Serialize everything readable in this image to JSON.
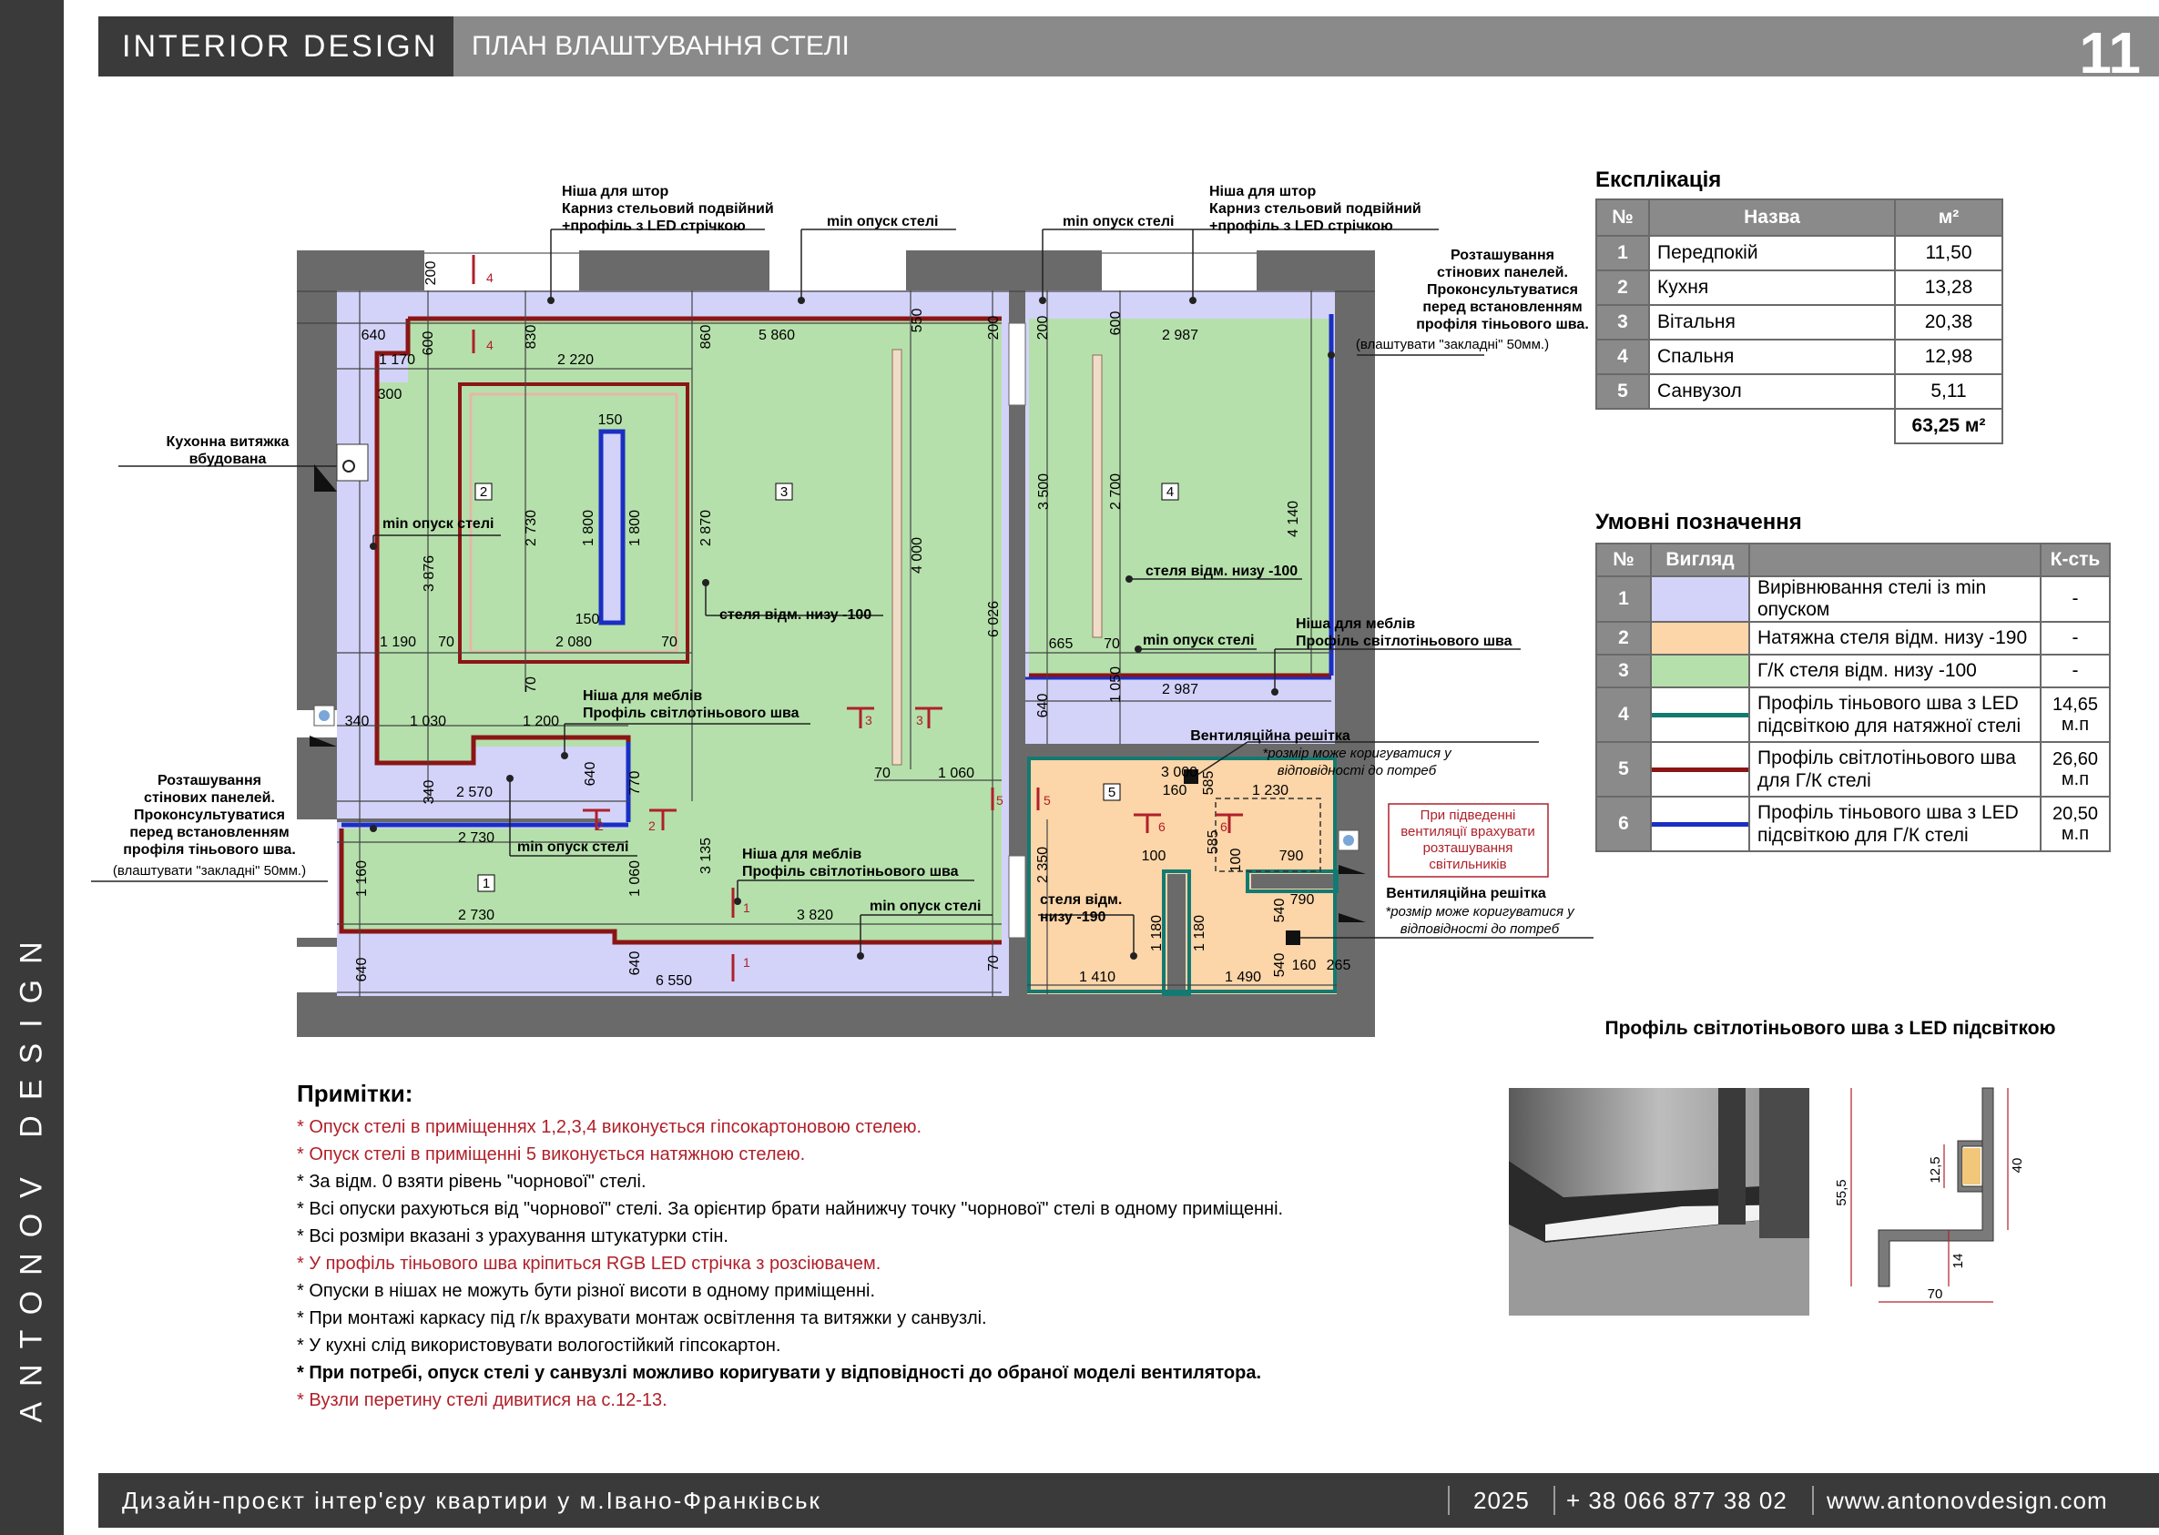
{
  "header": {
    "brand": "INTERIOR  DESIGN",
    "title": "ПЛАН ВЛАШТУВАННЯ СТЕЛІ",
    "page_number": "11"
  },
  "sidebar": {
    "brand": "ANTONOV DESIGN"
  },
  "footer": {
    "project": "Дизайн-проєкт інтер'єру квартири у м.Івано-Франківськ",
    "year": "2025",
    "phone": "+ 38 066 877 38 02",
    "website": "www.antonovdesign.com"
  },
  "colors": {
    "align_ceiling": "#d3d3fa",
    "stretch_ceiling": "#fcd5a8",
    "gk_ceiling": "#b5e0ab",
    "shadow_led_stretch": "#137a72",
    "light_shadow_profile": "#8b1515",
    "shadow_led_gk": "#1a2fc2",
    "wall": "#6a6a6a",
    "accent_red": "#b0202a"
  },
  "explication": {
    "title": "Експлікація",
    "headers": {
      "num": "№",
      "name": "Назва",
      "area": "м²"
    },
    "rows": [
      {
        "num": "1",
        "name": "Передпокій",
        "area": "11,50"
      },
      {
        "num": "2",
        "name": "Кухня",
        "area": "13,28"
      },
      {
        "num": "3",
        "name": "Вітальня",
        "area": "20,38"
      },
      {
        "num": "4",
        "name": "Спальня",
        "area": "12,98"
      },
      {
        "num": "5",
        "name": "Санвузол",
        "area": "5,11"
      }
    ],
    "total": "63,25 м²"
  },
  "legend": {
    "title": "Умовні позначення",
    "headers": {
      "num": "№",
      "view": "Вигляд",
      "count": "К-сть"
    },
    "rows": [
      {
        "num": "1",
        "desc": "Вирівнювання стелі із min опуском",
        "count": "-"
      },
      {
        "num": "2",
        "desc": "Натяжна стеля відм. низу -190",
        "count": "-"
      },
      {
        "num": "3",
        "desc": "Г/К стеля відм. низу -100",
        "count": "-"
      },
      {
        "num": "4",
        "desc": "Профіль тіньового шва з LED підсвіткою для натяжної стелі",
        "count": "14,65 м.п"
      },
      {
        "num": "5",
        "desc": "Профіль світлотіньового шва для Г/К стелі",
        "count": "26,60 м.п"
      },
      {
        "num": "6",
        "desc": "Профіль тіньового шва з LED підсвіткою для Г/К стелі",
        "count": "20,50 м.п"
      }
    ]
  },
  "notes": {
    "title": "Примітки:",
    "items": [
      "* Опуск стелі в приміщеннях 1,2,3,4 виконується гіпсокартоновою стелею.",
      "* Опуск стелі в приміщенні 5 виконується натяжною стелею.",
      "* За відм. 0 взяти рівень \"чорнової\" стелі.",
      "* Всі опуски рахуються від \"чорнової\" стелі. За орієнтир брати найнижчу точку \"чорнової\" стелі в одному приміщенні.",
      "* Всі розміри вказані з урахування штукатурки стін.",
      "* У профіль тіньового шва кріпиться RGB LED стрічка з розсіювачем.",
      "* Опуски в нішах не можуть бути різної висоти в одному приміщенні.",
      "* При монтажі каркасу під г/к врахувати монтаж освітлення та витяжки у санвузлі.",
      "* У кухні слід використовувати вологостійкий гіпсокартон.",
      "* При потребі, опуск стелі у санвузлі можливо коригувати у відповідності до обраної моделі вентилятора.",
      "* Вузли перетину стелі дивитися на с.12-13."
    ]
  },
  "profile": {
    "title": "Профіль світлотіньового шва з LED підсвіткою",
    "dims": {
      "h_total": "55,5",
      "h_inner": "40",
      "led": "12,5",
      "bottom": "14",
      "width": "70"
    }
  },
  "plan": {
    "rooms": {
      "1": "1",
      "2": "2",
      "3": "3",
      "4": "4",
      "5": "5"
    },
    "callouts": {
      "niche_curtain_left": [
        "Ніша для штор",
        "Карниз стельовий подвійний",
        "+профіль з LED стрічкою"
      ],
      "niche_curtain_right": [
        "Ніша для штор",
        "Карниз стельовий подвійний",
        "+профіль з LED стрічкою"
      ],
      "min_drop_top": "min опуск стелі",
      "min_drop_top_right": "min опуск стелі",
      "wall_panels_top": [
        "Розташування",
        "стінових панелей.",
        "Проконсультуватися",
        "перед встановленням",
        "профіля тіньового шва."
      ],
      "wall_panels_top_note": "(влаштувати \"закладні\" 50мм.)",
      "kitchen_hood": [
        "Кухонна витяжка",
        "вбудована"
      ],
      "min_drop_kitchen": "min опуск стелі",
      "ceiling_level_3": "стеля відм. низу -100",
      "ceiling_level_4": "стеля відм. низу -100",
      "min_drop_bedroom": "min опуск стелі",
      "niche_furniture_bedroom": [
        "Ніша для меблів",
        "Профіль світлотіньового шва"
      ],
      "niche_furniture_kitchen": [
        "Ніша для меблів",
        "Профіль світлотіньового шва"
      ],
      "wall_panels_left": [
        "Розташування",
        "стінових панелей.",
        "Проконсультуватися",
        "перед встановленням",
        "профіля тіньового шва."
      ],
      "wall_panels_left_note": "(влаштувати \"закладні\" 50мм.)",
      "min_drop_hall": "min опуск стелі",
      "niche_furniture_hall": [
        "Ніша для меблів",
        "Профіль світлотіньового шва"
      ],
      "min_drop_bottom": "min опуск стелі",
      "vent_top": "Вентиляційна решітка",
      "vent_top_note": [
        "*розмір може коригуватися у",
        "відповідності до потреб"
      ],
      "vent_red_box": [
        "При підведенні",
        "вентиляції врахувати",
        "розташування",
        "світильників"
      ],
      "vent_bottom": "Вентиляційна решітка",
      "vent_bottom_note": [
        "*розмір може коригуватися у",
        "відповідності до потреб"
      ],
      "bath_level": [
        "стеля відм.",
        "низу -190"
      ]
    },
    "dims": [
      "200",
      "830",
      "860",
      "550",
      "200",
      "200",
      "600",
      "2 987",
      "640",
      "600",
      "5 860",
      "1 170",
      "2 220",
      "300",
      "150",
      "1 800",
      "1 800",
      "2 730",
      "3 876",
      "2 870",
      "4 000",
      "3 500",
      "2 700",
      "4 140",
      "150",
      "1 190",
      "70",
      "2 080",
      "70",
      "70",
      "665",
      "70",
      "2 987",
      "1 050",
      "640",
      "340",
      "1 030",
      "1 200",
      "6 026",
      "3 000",
      "160",
      "585",
      "1 230",
      "340",
      "2 570",
      "640",
      "770",
      "70",
      "1 060",
      "2 730",
      "3 135",
      "2 350",
      "100",
      "585",
      "100",
      "790",
      "1 160",
      "1 060",
      "2 730",
      "3 820",
      "1 180",
      "1 180",
      "540",
      "790",
      "540",
      "640",
      "6 550",
      "640",
      "1 410",
      "1 490",
      "160",
      "265",
      "70"
    ],
    "section_marks": {
      "s1": "1",
      "s2": "2",
      "s3": "3",
      "s4": "4",
      "s5": "5",
      "s6": "6"
    }
  }
}
